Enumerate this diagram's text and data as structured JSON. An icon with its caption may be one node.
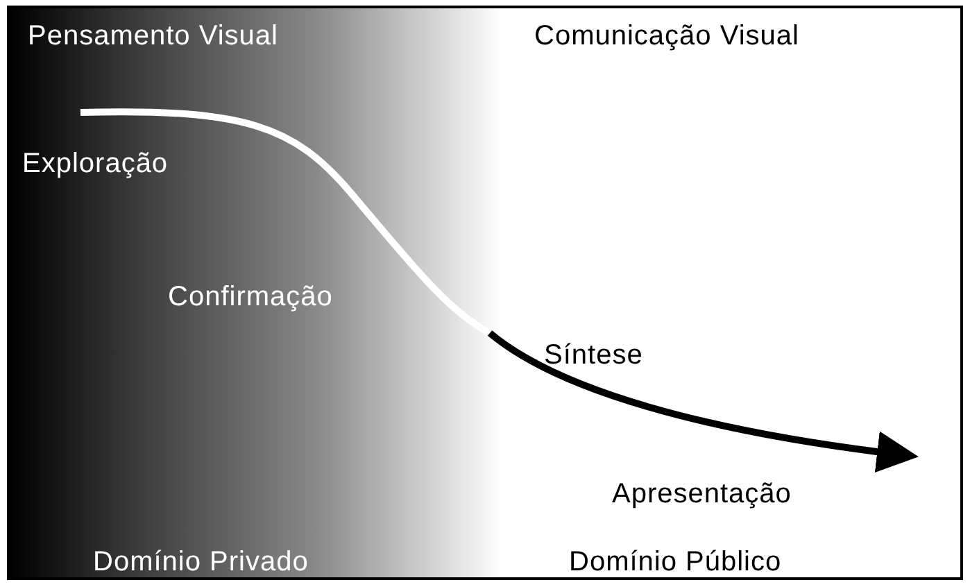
{
  "diagram": {
    "labels": [
      "Pensamento Visual",
      "Comunicação Visual",
      "Exploração",
      "Confirmação",
      "Síntese",
      "Apresentação",
      "Domínio Privado",
      "Domínio Público"
    ]
  }
}
